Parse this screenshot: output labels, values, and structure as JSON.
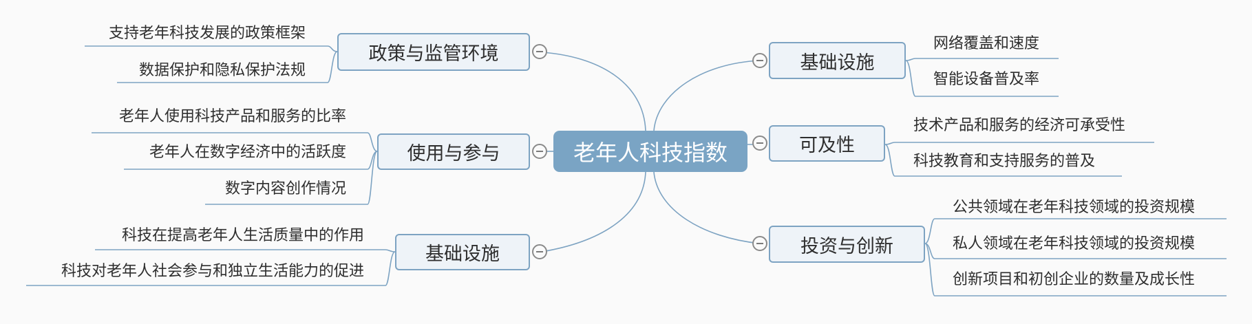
{
  "center": {
    "label": "老年人科技指数"
  },
  "branches": {
    "policy": {
      "label": "政策与监管环境",
      "items": [
        "支持老年科技发展的政策框架",
        "数据保护和隐私保护法规"
      ]
    },
    "usage": {
      "label": "使用与参与",
      "items": [
        "老年人使用科技产品和服务的比率",
        "老年人在数字经济中的活跃度",
        "数字内容创作情况"
      ]
    },
    "impact": {
      "label": "基础设施",
      "items": [
        "科技在提高老年人生活质量中的作用",
        "科技对老年人社会参与和独立生活能力的促进"
      ]
    },
    "infra": {
      "label": "基础设施",
      "items": [
        "网络覆盖和速度",
        "智能设备普及率"
      ]
    },
    "access": {
      "label": "可及性",
      "items": [
        "技术产品和服务的经济可承受性",
        "科技教育和支持服务的普及"
      ]
    },
    "invest": {
      "label": "投资与创新",
      "items": [
        "公共领域在老年科技领域的投资规模",
        "私人领域在老年科技领域的投资规模",
        "创新项目和初创企业的数量及成长性"
      ]
    }
  },
  "colors": {
    "center_fill": "#7aa4c4",
    "branch_fill": "#eef3f8",
    "branch_border": "#7da3c2",
    "line": "#7da3c2"
  }
}
